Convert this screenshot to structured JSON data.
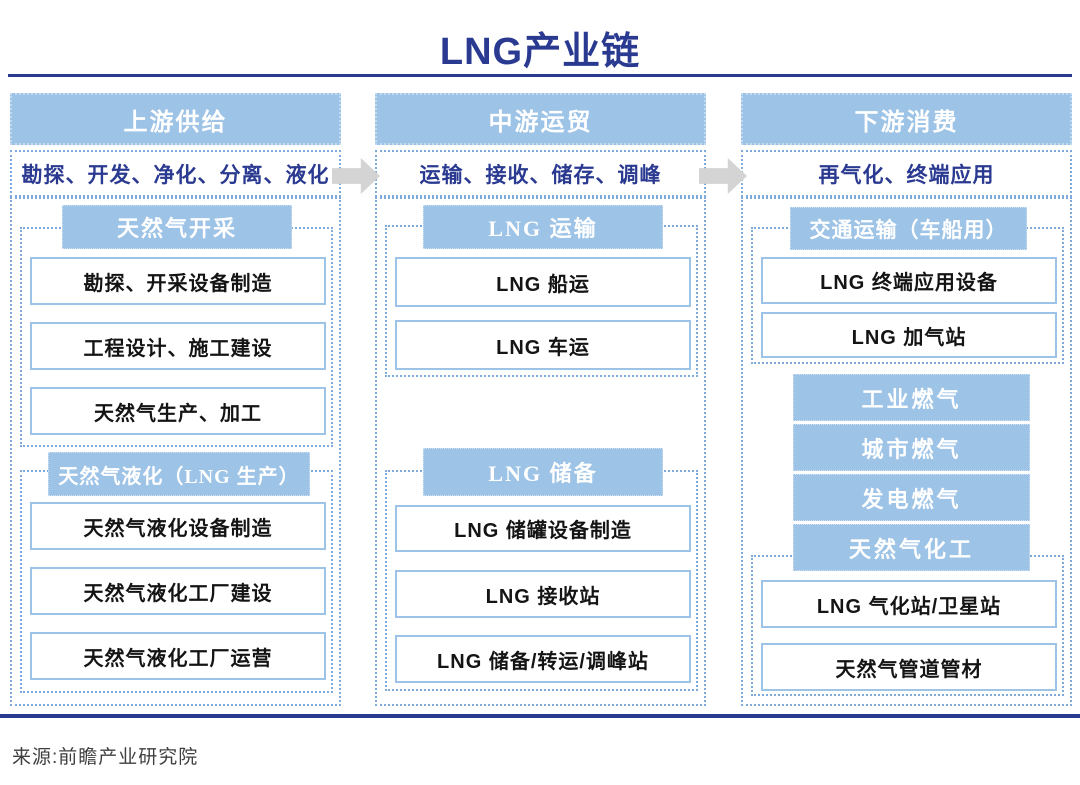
{
  "title": "LNG产业链",
  "source": "来源:前瞻产业研究院",
  "colors": {
    "navy": "#2b3a91",
    "lightblue": "#9dc3e6",
    "dot": "#7faadc",
    "boxborder": "#9dc3e6",
    "arrow": "#d4d4d4",
    "ink": "#141414",
    "muted": "#3f3f3f"
  },
  "columns": [
    {
      "header": "上游供给",
      "subtitle": "勘探、开发、净化、分离、液化",
      "sections": [
        {
          "title": "天然气开采",
          "items": [
            "勘探、开采设备制造",
            "工程设计、施工建设",
            "天然气生产、加工"
          ]
        },
        {
          "title": "天然气液化（LNG 生产）",
          "items": [
            "天然气液化设备制造",
            "天然气液化工厂建设",
            "天然气液化工厂运营"
          ]
        }
      ]
    },
    {
      "header": "中游运贸",
      "subtitle": "运输、接收、储存、调峰",
      "sections": [
        {
          "title": "LNG 运输",
          "items": [
            "LNG 船运",
            "LNG 车运"
          ]
        },
        {
          "title": "LNG 储备",
          "items": [
            "LNG 储罐设备制造",
            "LNG 接收站",
            "LNG 储备/转运/调峰站"
          ]
        }
      ]
    },
    {
      "header": "下游消费",
      "subtitle": "再气化、终端应用",
      "sections": [
        {
          "title": "交通运输（车船用）",
          "items": [
            "LNG 终端应用设备",
            "LNG 加气站"
          ]
        },
        {
          "stack": [
            "工业燃气",
            "城市燃气",
            "发电燃气",
            "天然气化工"
          ]
        },
        {
          "items": [
            "LNG 气化站/卫星站",
            "天然气管道管材"
          ]
        }
      ]
    }
  ]
}
